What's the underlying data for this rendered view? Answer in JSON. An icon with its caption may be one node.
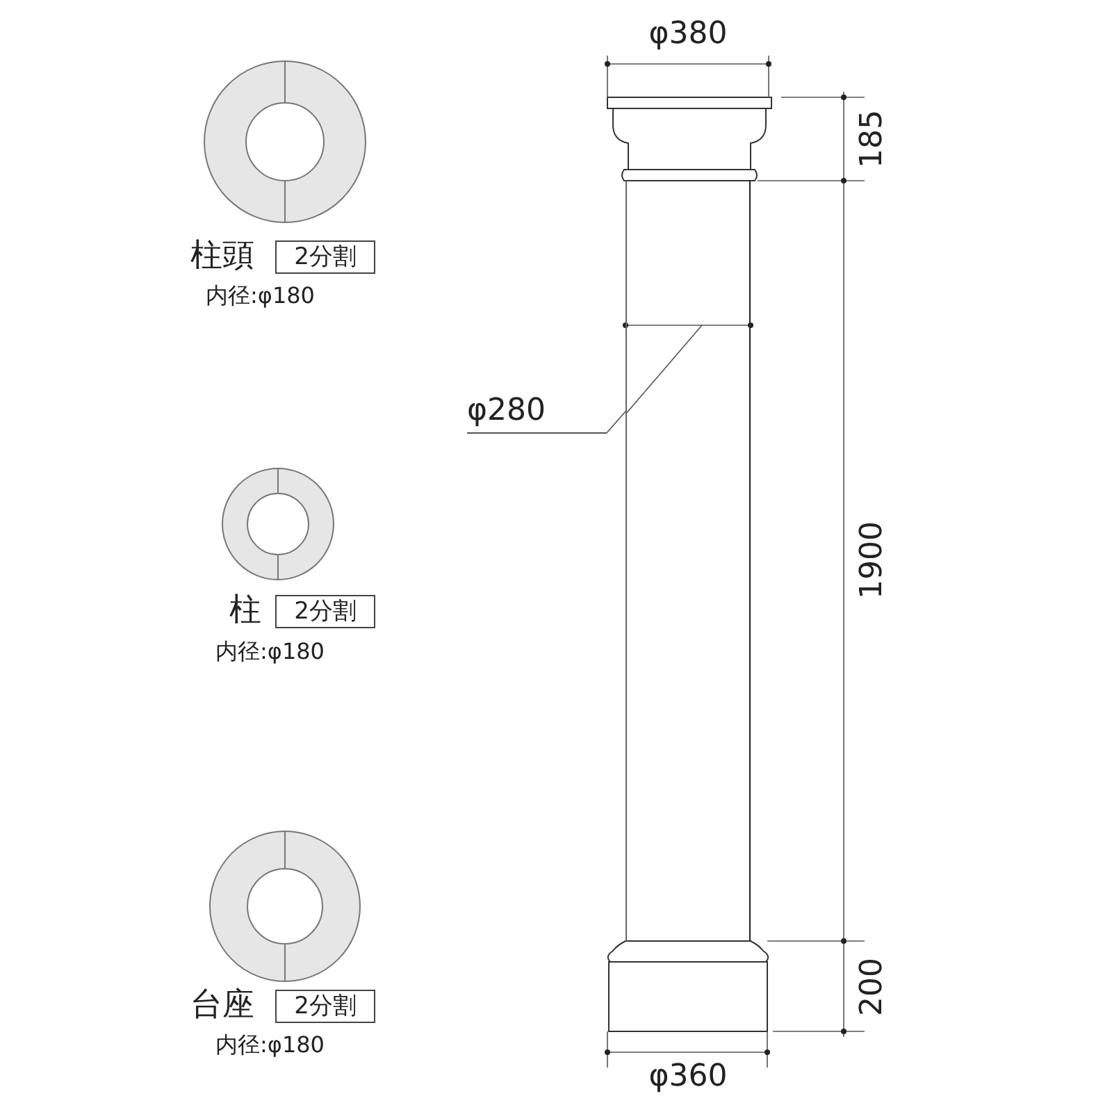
{
  "diagram": {
    "nodes": [
      {
        "text": [
          "2分割"
        ]
      },
      {
        "text": [
          "φ280"
        ]
      },
      {
        "text": [],
        "shape": "picture"
      },
      {
        "text": [
          "2分割"
        ]
      },
      {
        "text": [
          "2分割"
        ]
      }
    ],
    "edges": [
      {
        "from": 1,
        "to": 2,
        "arrow": "none"
      }
    ],
    "labels": [
      "φ380",
      "185",
      "柱頭",
      "内径:φ180",
      "1900",
      "柱",
      "内径:φ180",
      "台座",
      "内径:φ180",
      "200",
      "φ360"
    ]
  }
}
